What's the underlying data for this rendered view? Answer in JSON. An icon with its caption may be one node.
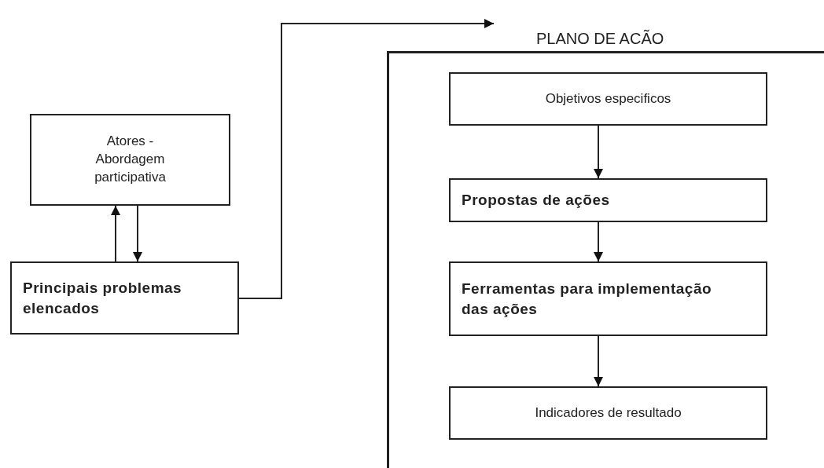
{
  "diagram": {
    "nodes": [
      {
        "text": [
          "Atores - Abordagem participativa"
        ]
      },
      {
        "text": [
          "Principais problemas elencados"
        ]
      },
      {
        "text": [
          "PLANO DE ACÃO"
        ]
      },
      {
        "text": [
          "Objetivos especificos"
        ],
        "in": 2
      },
      {
        "text": [
          "Propostas de ações"
        ],
        "in": 2
      },
      {
        "text": [
          "Ferramentas para implementação das ações"
        ],
        "in": 2
      },
      {
        "text": [
          "Indicadores de resultado"
        ],
        "in": 2
      }
    ],
    "edges": [
      {
        "from": 1,
        "to": 0,
        "arrow": "to"
      },
      {
        "from": 0,
        "to": 1,
        "arrow": "to"
      },
      {
        "from": 1,
        "to": 2,
        "arrow": "to"
      },
      {
        "from": 3,
        "to": 4,
        "arrow": "to"
      },
      {
        "from": 4,
        "to": 5,
        "arrow": "to"
      },
      {
        "from": 5,
        "to": 6,
        "arrow": "to"
      }
    ]
  }
}
